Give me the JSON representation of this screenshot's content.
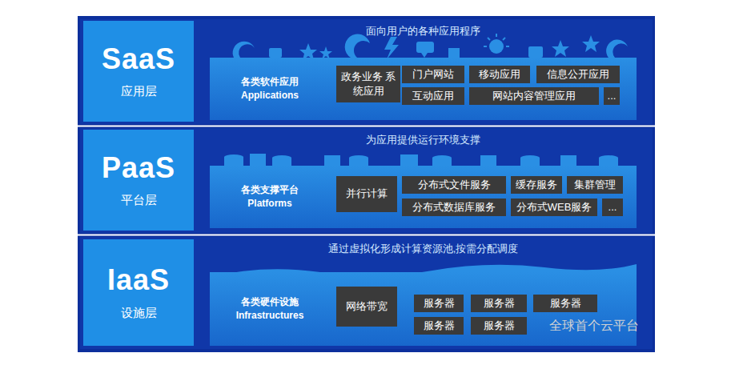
{
  "diagram": {
    "nodes": [
      {
        "text": [
          "面向用户的各种应用程序"
        ]
      },
      {
        "text": [
          "SaaS",
          "应用层"
        ],
        "in": 0
      },
      {
        "text": [
          "各类软件应用",
          "Applications"
        ],
        "in": 0
      },
      {
        "text": [
          "政务业务 系统应用"
        ],
        "in": 2
      },
      {
        "text": [
          "门户网站"
        ],
        "in": 2
      },
      {
        "text": [
          "移动应用"
        ],
        "in": 2
      },
      {
        "text": [
          "信息公开应用"
        ],
        "in": 2
      },
      {
        "text": [
          "互动应用"
        ],
        "in": 2
      },
      {
        "text": [
          "网站内容管理应用"
        ],
        "in": 2
      },
      {
        "text": [
          "..."
        ],
        "in": 2
      },
      {
        "text": [
          "为应用提供运行环境支撑"
        ]
      },
      {
        "text": [
          "PaaS",
          "平台层"
        ],
        "in": 10
      },
      {
        "text": [
          "各类支撑平台",
          "Platforms"
        ],
        "in": 10
      },
      {
        "text": [
          "并行计算"
        ],
        "in": 12
      },
      {
        "text": [
          "分布式文件服务"
        ],
        "in": 12
      },
      {
        "text": [
          "缓存服务"
        ],
        "in": 12
      },
      {
        "text": [
          "集群管理"
        ],
        "in": 12
      },
      {
        "text": [
          "分布式数据库服务"
        ],
        "in": 12
      },
      {
        "text": [
          "分布式WEB服务"
        ],
        "in": 12
      },
      {
        "text": [
          "..."
        ],
        "in": 12
      },
      {
        "text": [
          "通过虚拟化形成计算资源池,按需分配调度"
        ]
      },
      {
        "text": [
          "IaaS",
          "设施层"
        ],
        "in": 20
      },
      {
        "text": [
          "各类硬件设施",
          "Infrastructures"
        ],
        "in": 20
      },
      {
        "text": [
          "网络带宽"
        ],
        "in": 22
      },
      {
        "text": [
          "服务器"
        ],
        "in": 22
      },
      {
        "text": [
          "服务器"
        ],
        "in": 22
      },
      {
        "text": [
          "服务器"
        ],
        "in": 22
      },
      {
        "text": [
          "服务器"
        ],
        "in": 22
      },
      {
        "text": [
          "服务器"
        ],
        "in": 22
      }
    ],
    "labels": [
      "全球首个云平台"
    ]
  }
}
